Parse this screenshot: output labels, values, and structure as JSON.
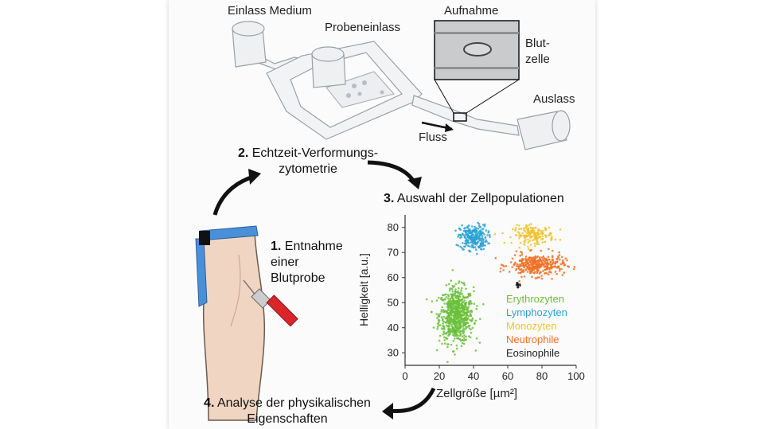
{
  "device": {
    "inlet_medium": "Einlass Medium",
    "sample_inlet": "Probeneinlass",
    "capture": "Aufnahme",
    "blood_cell_line1": "Blut-",
    "blood_cell_line2": "zelle",
    "outlet": "Auslass",
    "flow": "Fluss"
  },
  "steps": {
    "s1_num": "1.",
    "s1_line1": "Entnahme",
    "s1_line2": "einer",
    "s1_line3": "Blutprobe",
    "s2_num": "2.",
    "s2_line1": "Echtzeit-Verformungs-",
    "s2_line2": "zytometrie",
    "s3_num": "3.",
    "s3_text": "Auswahl der Zellpopulationen",
    "s4_num": "4.",
    "s4_line1": "Analyse der physikalischen",
    "s4_line2": "Eigenschaften"
  },
  "colors": {
    "Erythrozyten": "#6abf3a",
    "Lymphozyten": "#2aa3d4",
    "Monozyten": "#f2c230",
    "Neutrophile": "#f07024",
    "Eosinophile": "#222222",
    "tourniquet": "#4a90d9",
    "syringe": "#d9262b",
    "skin": "#f1d5c3"
  },
  "chart_data": {
    "type": "scatter",
    "xlabel": "Zellgröße [µm²]",
    "ylabel": "Helligkeit [a.u.]",
    "xlim": [
      0,
      100
    ],
    "ylim": [
      25,
      85
    ],
    "xticks": [
      "0",
      "20",
      "40",
      "60",
      "80",
      "100"
    ],
    "yticks": [
      "30",
      "40",
      "50",
      "60",
      "70",
      "80"
    ],
    "legend_position": "bottom-right",
    "series": [
      {
        "name": "Erythrozyten",
        "cx": 30,
        "cy": 45,
        "sx": 5,
        "sy": 5.5,
        "n": 700
      },
      {
        "name": "Lymphozyten",
        "cx": 40,
        "cy": 76,
        "sx": 4,
        "sy": 2.5,
        "n": 260
      },
      {
        "name": "Monozyten",
        "cx": 75,
        "cy": 77,
        "sx": 6,
        "sy": 1.8,
        "n": 170
      },
      {
        "name": "Neutrophile",
        "cx": 77,
        "cy": 65,
        "sx": 8,
        "sy": 2.2,
        "n": 330
      },
      {
        "name": "Eosinophile",
        "cx": 66,
        "cy": 57,
        "sx": 1,
        "sy": 0.6,
        "n": 14
      }
    ]
  }
}
